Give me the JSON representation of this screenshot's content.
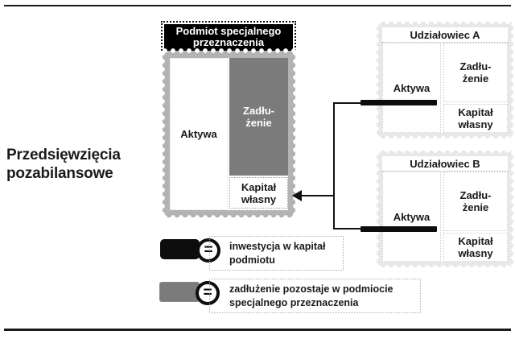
{
  "title": {
    "lines": [
      "Przedsięwzięcia",
      "pozabilansowe"
    ]
  },
  "spe": {
    "header_lines": [
      "Podmiot specjalnego",
      "przeznaczenia"
    ],
    "assets_label": "Aktywa",
    "debt_lines": [
      "Zadłu-",
      "żenie"
    ],
    "equity_lines": [
      "Kapitał",
      "własny"
    ]
  },
  "shareholders": [
    {
      "title": "Udziałowiec A",
      "assets_label": "Aktywa",
      "debt_lines": [
        "Zadłu-",
        "żenie"
      ],
      "equity_lines": [
        "Kapitał",
        "własny"
      ]
    },
    {
      "title": "Udziałowiec B",
      "assets_label": "Aktywa",
      "debt_lines": [
        "Zadłu-",
        "żenie"
      ],
      "equity_lines": [
        "Kapitał",
        "własny"
      ]
    }
  ],
  "legend": [
    {
      "symbol": "=",
      "swatch_color": "#0d0d0d",
      "lines": [
        "inwestycja w kapitał",
        "podmiotu"
      ]
    },
    {
      "symbol": "=",
      "swatch_color": "#7b7b7b",
      "lines": [
        "zadłużenie pozostaje w podmiocie",
        "specjalnego przeznaczenia"
      ]
    }
  ],
  "colors": {
    "debt_gray": "#7b7b7b",
    "stamp_border_gray": "#b3b3b3",
    "shareholder_border_gray": "#e8e8e8",
    "line_black": "#111111",
    "text_black": "#1a1a1a"
  }
}
